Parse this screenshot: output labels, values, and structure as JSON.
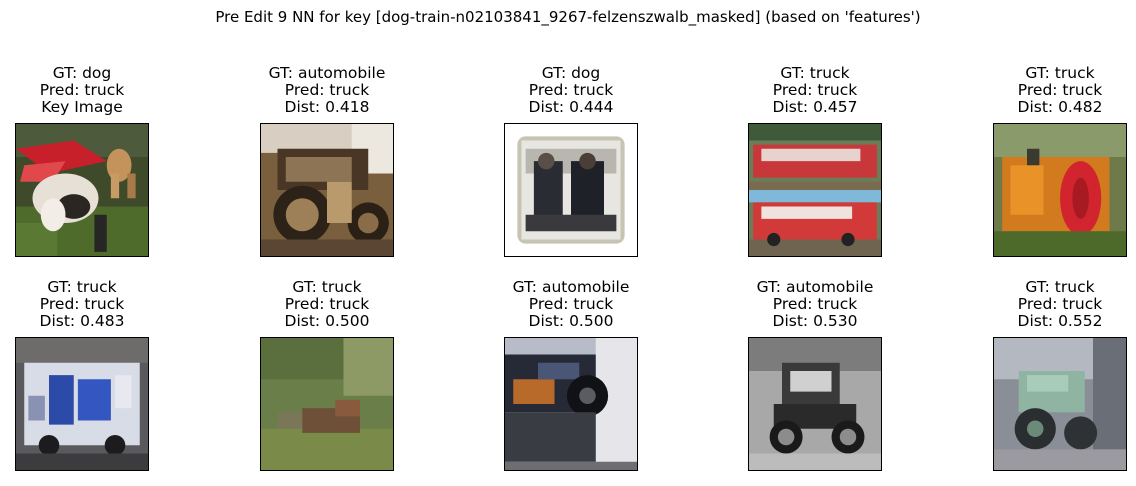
{
  "figure": {
    "title": "Pre Edit 9 NN for key [dog-train-n02103841_9267-felzenszwalb_masked] (based on 'features')"
  },
  "panels": [
    {
      "gt": "GT: dog",
      "pred": "Pred: truck",
      "extra": "Key Image",
      "image": "dog-red-object-on-grass"
    },
    {
      "gt": "GT: automobile",
      "pred": "Pred: truck",
      "extra": "Dist: 0.418",
      "image": "vintage-car-brown"
    },
    {
      "gt": "GT: dog",
      "pred": "Pred: truck",
      "extra": "Dist: 0.444",
      "image": "photo-two-people-in-car"
    },
    {
      "gt": "GT: truck",
      "pred": "Pred: truck",
      "extra": "Dist: 0.457",
      "image": "red-bus-collage"
    },
    {
      "gt": "GT: truck",
      "pred": "Pred: truck",
      "extra": "Dist: 0.482",
      "image": "orange-tractor"
    },
    {
      "gt": "GT: truck",
      "pred": "Pred: truck",
      "extra": "Dist: 0.483",
      "image": "graffiti-van"
    },
    {
      "gt": "GT: truck",
      "pred": "Pred: truck",
      "extra": "Dist: 0.500",
      "image": "rusty-truck-in-grass"
    },
    {
      "gt": "GT: automobile",
      "pred": "Pred: truck",
      "extra": "Dist: 0.500",
      "image": "dark-car-closeup"
    },
    {
      "gt": "GT: automobile",
      "pred": "Pred: truck",
      "extra": "Dist: 0.530",
      "image": "grayscale-antique-car"
    },
    {
      "gt": "GT: truck",
      "pred": "Pred: truck",
      "extra": "Dist: 0.552",
      "image": "green-tractor"
    }
  ]
}
